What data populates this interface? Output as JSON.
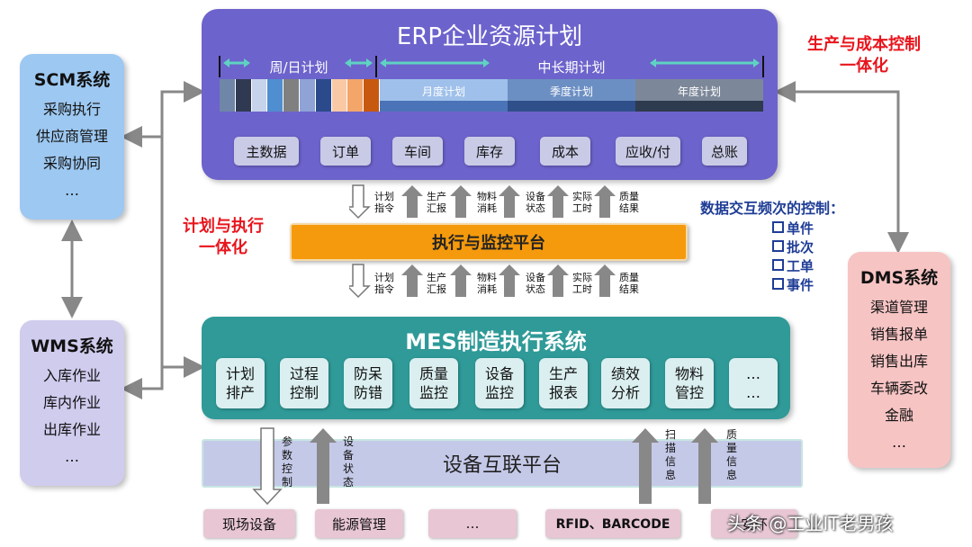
{
  "erp": {
    "title": "ERP企业资源计划",
    "week_day_plan": "周/日计划",
    "mid_long_plan": "中长期计划",
    "month_plan": "月度计划",
    "quarter_plan": "季度计划",
    "year_plan": "年度计划",
    "modules": [
      "主数据",
      "订单",
      "车间",
      "库存",
      "成本",
      "应收/付",
      "总账"
    ],
    "bar_colors": [
      "#6f86a8",
      "#2f3a52",
      "#c6d3ea",
      "#4f8ed1",
      "#808080",
      "#8fa3d6",
      "#2b4a8c",
      "#f9c9a6",
      "#f3a56a",
      "#c7580f"
    ]
  },
  "right_top": {
    "line1": "生产与成本控制",
    "line2": "一体化"
  },
  "scm": {
    "title": "SCM系统",
    "items": [
      "采购执行",
      "供应商管理",
      "采购协同",
      "…"
    ]
  },
  "wms": {
    "title": "WMS系统",
    "items": [
      "入库作业",
      "库内作业",
      "出库作业",
      "…"
    ]
  },
  "dms": {
    "title": "DMS系统",
    "items": [
      "渠道管理",
      "销售报单",
      "销售出库",
      "车辆委改",
      "金融",
      "…"
    ]
  },
  "plan_exec": {
    "line1": "计划与执行",
    "line2": "一体化"
  },
  "exchange": {
    "title": "数据交互频次的控制：",
    "items": [
      "单件",
      "批次",
      "工单",
      "事件"
    ]
  },
  "flow_labels": [
    "计划\n指令",
    "生产\n汇报",
    "物料\n消耗",
    "设备\n状态",
    "实际\n工时",
    "质量\n结果"
  ],
  "platform": {
    "title": "执行与监控平台"
  },
  "mes": {
    "title": "MES制造执行系统",
    "modules": [
      "计划\n排产",
      "过程\n控制",
      "防呆\n防错",
      "质量\n监控",
      "设备\n监控",
      "生产\n报表",
      "绩效\n分析",
      "物料\n管控",
      "…\n…"
    ]
  },
  "iot": {
    "title": "设备互联平台",
    "params": "参数控制",
    "device_status": "设备状态",
    "scan_info": "扫描信息",
    "quality_info": "质量信息"
  },
  "bottom": [
    "现场设备",
    "能源管理",
    "…",
    "RFID、BARCODE",
    "安环"
  ],
  "watermark": "头条 @工业IT老男孩"
}
